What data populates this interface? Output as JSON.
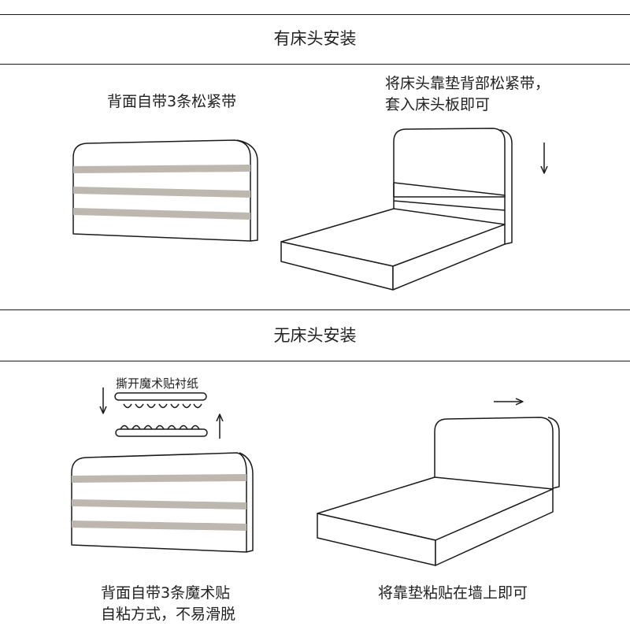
{
  "section_with_headboard": {
    "title": "有床头安装",
    "left_caption": "背面自带3条松紧带",
    "right_caption_line1": "将床头靠垫背部松紧带，",
    "right_caption_line2": "套入床头板即可"
  },
  "section_without_headboard": {
    "title": "无床头安装",
    "velcro_label": "撕开魔术贴衬纸",
    "left_caption_line1": "背面自带3条魔术贴",
    "left_caption_line2": "自粘方式，不易滑脱",
    "right_caption": "将靠垫粘贴在墙上即可"
  },
  "colors": {
    "line": "#1a1a1a",
    "strap": "#bdb7b0"
  },
  "icons": {
    "down_arrow": "arrow-down-icon",
    "up_arrow": "arrow-up-icon",
    "right_arrow": "arrow-right-icon"
  }
}
